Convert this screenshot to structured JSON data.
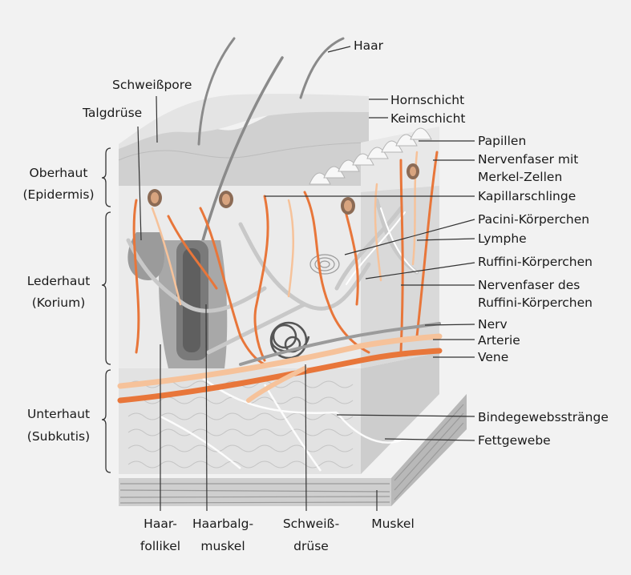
{
  "colors": {
    "background": "#f2f2f2",
    "nerve": "#e8763a",
    "nerve_light": "#f6c29a",
    "vessel_grey": "#bdbdbd",
    "epidermis": "#d4d4d4",
    "fat": "#e2e2e2",
    "muscle": "#cfcfcf",
    "leader_line": "#333333"
  },
  "labels": {
    "haar": "Haar",
    "schweisspore": "Schweißpore",
    "talgdruese": "Talgdrüse",
    "hornschicht": "Hornschicht",
    "keimschicht": "Keimschicht",
    "papillen": "Papillen",
    "nervenfaser_merkel_1": "Nervenfaser mit",
    "nervenfaser_merkel_2": "Merkel-Zellen",
    "kapillarschlinge": "Kapillarschlinge",
    "pacini": "Pacini-Körperchen",
    "lymphe": "Lymphe",
    "ruffini": "Ruffini-Körperchen",
    "nervenfaser_ruffini_1": "Nervenfaser des",
    "nervenfaser_ruffini_2": "Ruffini-Körperchen",
    "nerv": "Nerv",
    "arterie": "Arterie",
    "vene": "Vene",
    "bindegewebsstraenge": "Bindegewebsstränge",
    "fettgewebe": "Fettgewebe",
    "oberhaut_1": "Oberhaut",
    "oberhaut_2": "(Epidermis)",
    "lederhaut_1": "Lederhaut",
    "lederhaut_2": "(Korium)",
    "unterhaut_1": "Unterhaut",
    "unterhaut_2": "(Subkutis)",
    "haarfollikel_1": "Haar-",
    "haarfollikel_2": "follikel",
    "haarbalgmuskel_1": "Haarbalg-",
    "haarbalgmuskel_2": "muskel",
    "schweissdruese_1": "Schweiß-",
    "schweissdruese_2": "drüse",
    "muskel": "Muskel"
  }
}
